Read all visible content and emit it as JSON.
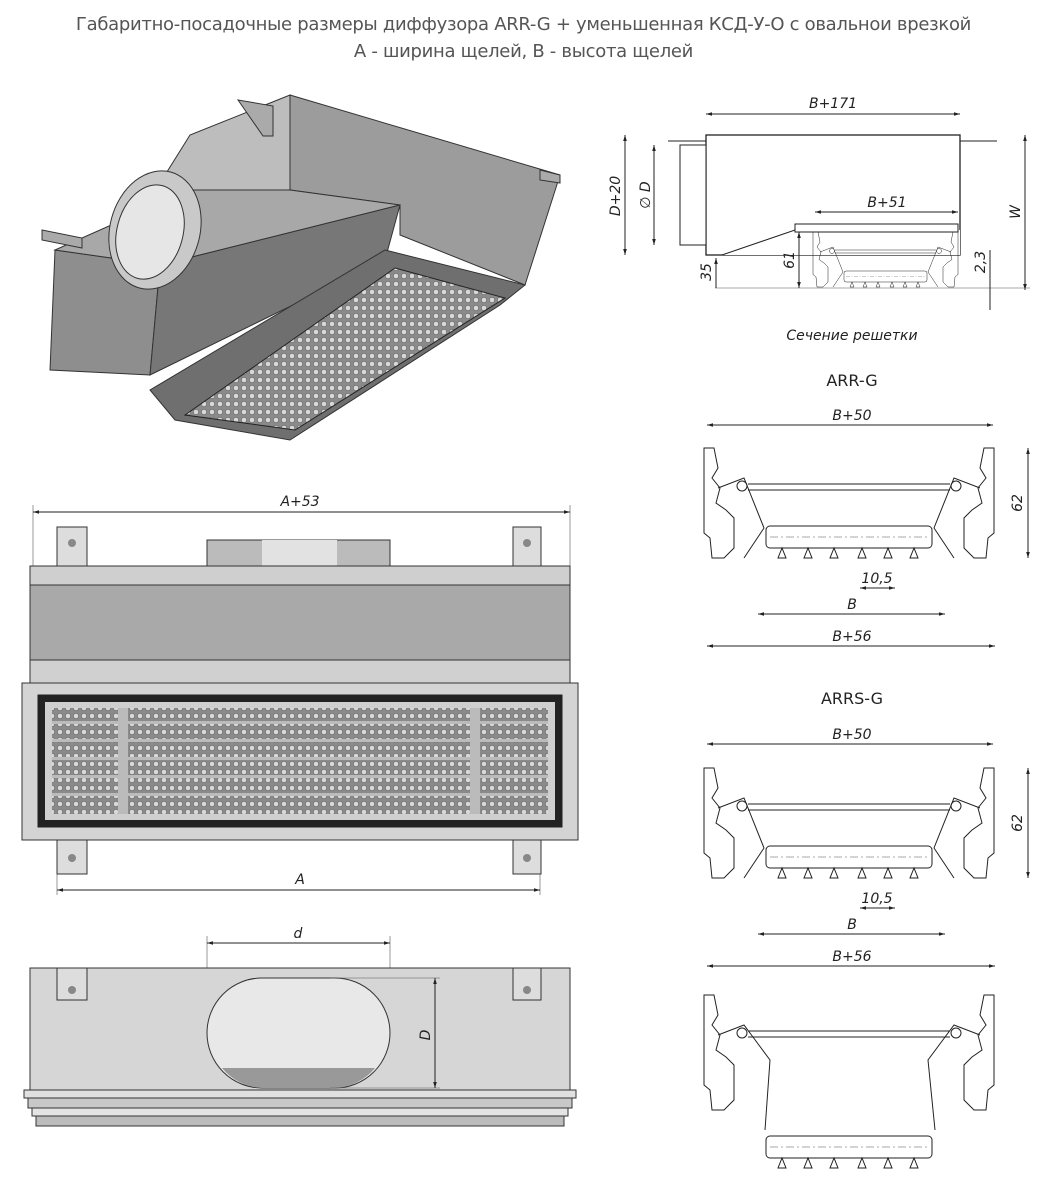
{
  "title": {
    "line1": "Габаритно-посадочные размеры диффузора ARR-G + уменьшенная КСД-У-О с овальнои врезкой",
    "line2": "А - ширина щелей, В - высота щелей"
  },
  "side_section": {
    "width_top": "B+171",
    "inner_width": "B+51",
    "height_outer": "D+20",
    "diameter": "∅ D",
    "height_w": "W",
    "dim_35": "35",
    "dim_61": "61",
    "dim_2_3": "2,3",
    "caption": "Сечение решетки"
  },
  "arr_g": {
    "name": "ARR-G",
    "top": "B+50",
    "height": "62",
    "pitch": "10,5",
    "b": "B",
    "bottom": "B+56"
  },
  "arrs_g": {
    "name": "ARRS-G",
    "top": "B+50",
    "height": "62",
    "pitch": "10,5",
    "b": "B",
    "bottom": "B+56"
  },
  "front_view": {
    "overall": "A+53",
    "a": "A"
  },
  "bottom_view": {
    "d": "d",
    "D": "D"
  }
}
